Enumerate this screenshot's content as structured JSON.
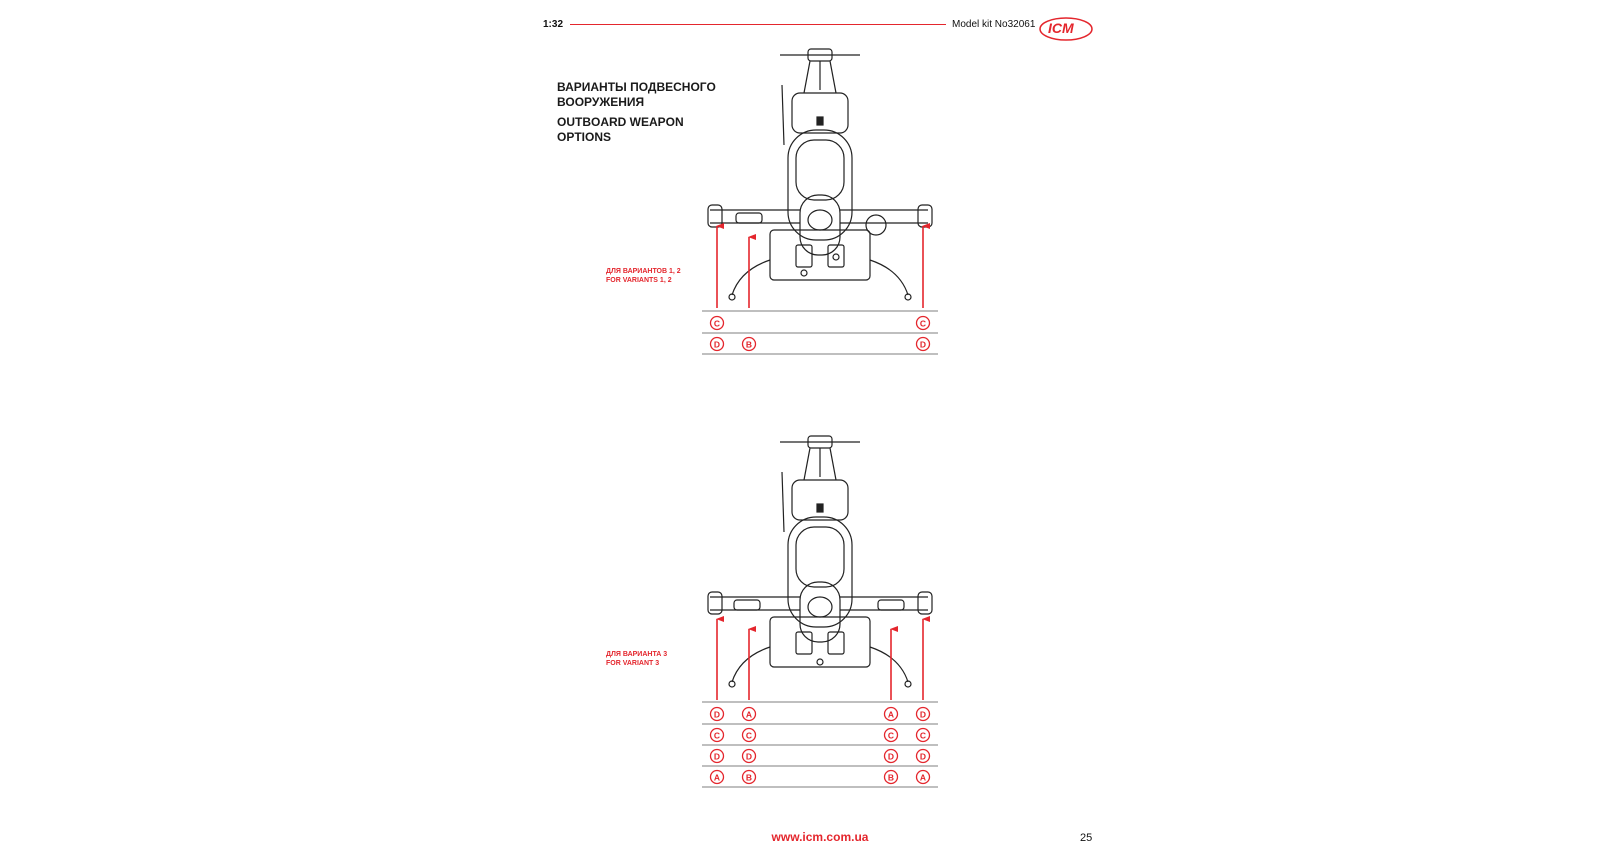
{
  "header": {
    "scale": "1:32",
    "kit": "Model kit No32061",
    "accent": "#e4262d"
  },
  "title": {
    "ru_line1": "ВАРИАНТЫ ПОДВЕСНОГО",
    "ru_line2": "ВООРУЖЕНИЯ",
    "en_line1": "OUTBOARD WEAPON",
    "en_line2": "OPTIONS"
  },
  "sections": [
    {
      "ru": "ДЛЯ ВАРИАНТОВ 1, 2",
      "en": "FOR VARIANTS 1, 2",
      "rows": [
        [
          "C",
          "",
          "",
          "C"
        ],
        [
          "D",
          "B",
          "",
          "D"
        ]
      ]
    },
    {
      "ru": "ДЛЯ ВАРИАНТА 3",
      "en": "FOR VARIANT 3",
      "rows": [
        [
          "D",
          "A",
          "A",
          "D"
        ],
        [
          "C",
          "C",
          "C",
          "C"
        ],
        [
          "D",
          "D",
          "D",
          "D"
        ],
        [
          "A",
          "B",
          "B",
          "A"
        ]
      ]
    }
  ],
  "footer": {
    "site": "www.icm.com.ua",
    "page": "25"
  }
}
